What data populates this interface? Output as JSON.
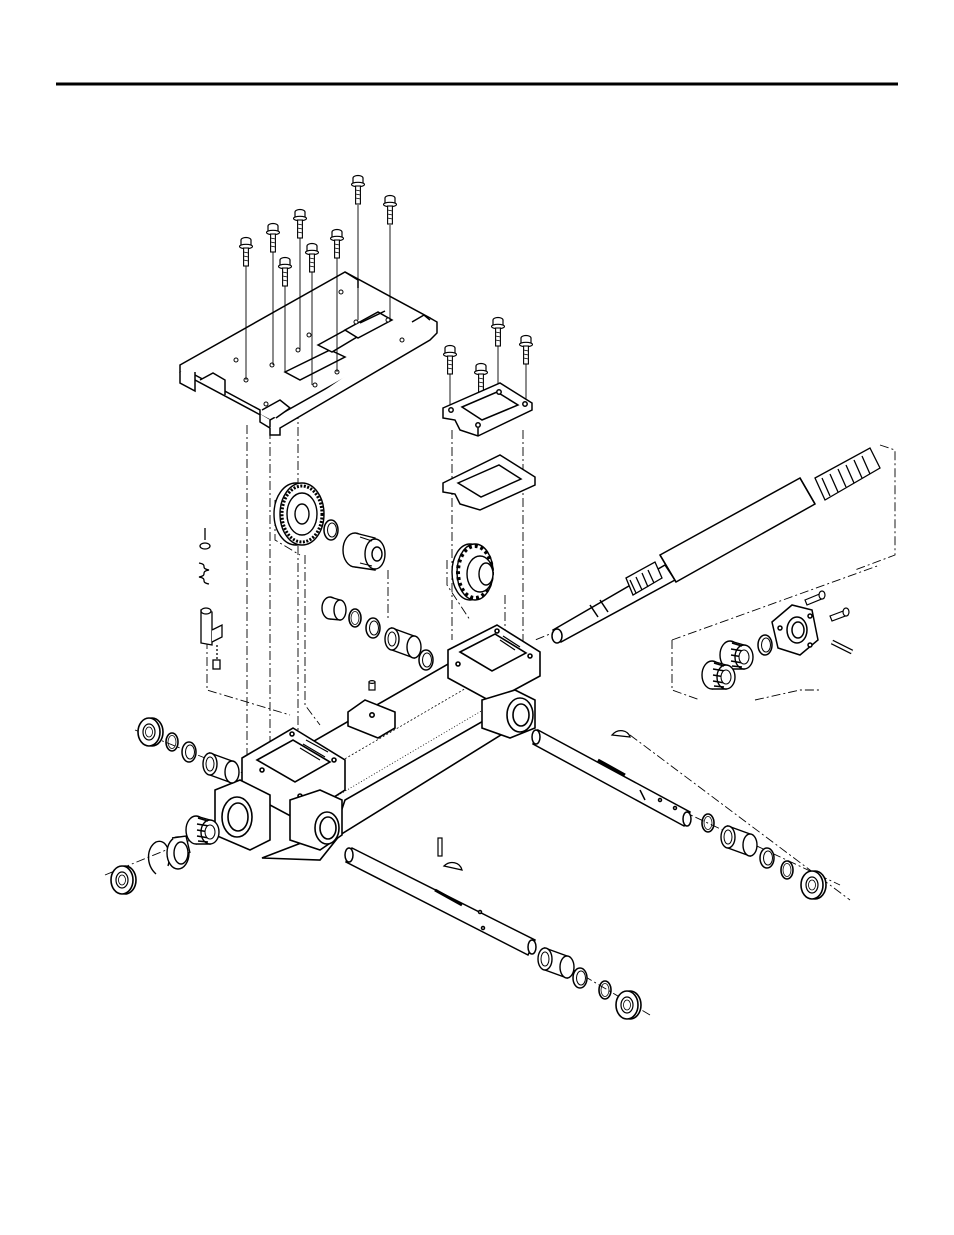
{
  "page": {
    "colors": {
      "ink": "#000000",
      "paper": "#ffffff",
      "shade": "#9a9a9a"
    },
    "has_header_rule": true
  },
  "diagram": {
    "kind": "exploded-parts-view",
    "subject": "transmission-gearcase",
    "parts": [
      "mounting-bracket",
      "bracket-bolts",
      "cover-plate",
      "cover-bolts",
      "cover-gasket",
      "spur-gear",
      "drive-pulley",
      "helical-gear",
      "gear-spacer",
      "bushing",
      "gearcase-housing",
      "vent-plug",
      "worm-drive-shaft",
      "worm-thread",
      "bearing-retainer",
      "tapered-bearing",
      "bearing-race",
      "seal",
      "axle-shaft-front",
      "axle-shaft-rear",
      "woodruff-key",
      "roll-pin",
      "shift-lever",
      "spring",
      "washer",
      "retaining-ring",
      "oil-seal"
    ]
  }
}
